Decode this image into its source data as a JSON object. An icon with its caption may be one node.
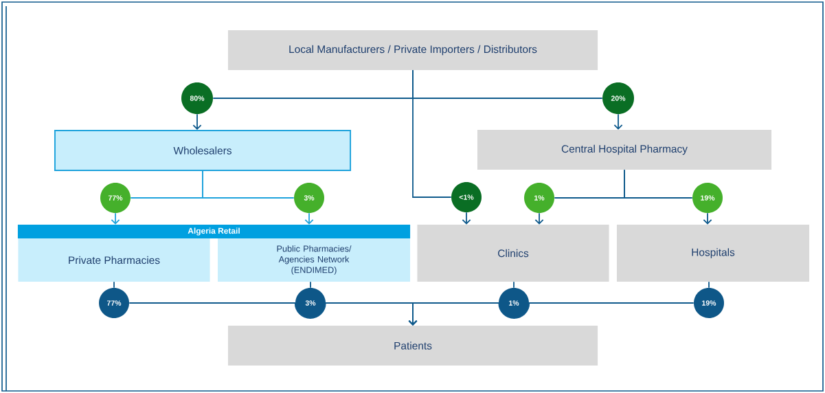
{
  "diagram": {
    "nodes": [
      {
        "text": [
          "Local Manufacturers / Private Importers / Distributors"
        ]
      },
      {
        "text": [
          "80%"
        ]
      },
      {
        "text": [
          "20%"
        ]
      },
      {
        "text": [
          "Wholesalers"
        ]
      },
      {
        "text": [
          "Central Hospital Pharmacy"
        ]
      },
      {
        "text": [
          "77%"
        ]
      },
      {
        "text": [
          "3%"
        ]
      },
      {
        "text": [
          "<1%"
        ]
      },
      {
        "text": [
          "1%"
        ]
      },
      {
        "text": [
          "19%"
        ]
      },
      {
        "text": [
          "Algeria Retail"
        ]
      },
      {
        "text": [
          "Private Pharmacies"
        ]
      },
      {
        "text": [
          "Public Pharmacies/ Agencies Network (ENDIMED)"
        ]
      },
      {
        "text": [
          "Clinics"
        ]
      },
      {
        "text": [
          "Hospitals"
        ]
      },
      {
        "text": [
          "77%"
        ]
      },
      {
        "text": [
          "3%"
        ]
      },
      {
        "text": [
          "1%"
        ]
      },
      {
        "text": [
          "19%"
        ]
      },
      {
        "text": [
          "Patients"
        ]
      }
    ],
    "edges": [
      {
        "from": 0,
        "to": 1,
        "arrow": "none"
      },
      {
        "from": 0,
        "to": 2,
        "arrow": "none"
      },
      {
        "from": 0,
        "to": 7,
        "arrow": "none"
      },
      {
        "from": 1,
        "to": 3,
        "arrow": "to"
      },
      {
        "from": 2,
        "to": 4,
        "arrow": "to"
      },
      {
        "from": 3,
        "to": 5,
        "arrow": "none",
        "color": "#1fa3dc"
      },
      {
        "from": 3,
        "to": 6,
        "arrow": "none",
        "color": "#1fa3dc"
      },
      {
        "from": 4,
        "to": 8,
        "arrow": "none"
      },
      {
        "from": 4,
        "to": 9,
        "arrow": "none"
      },
      {
        "from": 5,
        "to": 10,
        "arrow": "to",
        "color": "#1fa3dc"
      },
      {
        "from": 6,
        "to": 10,
        "arrow": "to",
        "color": "#1fa3dc"
      },
      {
        "from": 7,
        "to": 13,
        "arrow": "to"
      },
      {
        "from": 8,
        "to": 13,
        "arrow": "to"
      },
      {
        "from": 9,
        "to": 14,
        "arrow": "to"
      },
      {
        "from": 11,
        "to": 15,
        "arrow": "none"
      },
      {
        "from": 12,
        "to": 16,
        "arrow": "none"
      },
      {
        "from": 13,
        "to": 17,
        "arrow": "none"
      },
      {
        "from": 14,
        "to": 18,
        "arrow": "none"
      },
      {
        "from": 15,
        "to": 19,
        "arrow": "to"
      },
      {
        "from": 16,
        "to": 19,
        "arrow": "to"
      },
      {
        "from": 17,
        "to": 19,
        "arrow": "to"
      },
      {
        "from": 18,
        "to": 19,
        "arrow": "to"
      }
    ]
  }
}
